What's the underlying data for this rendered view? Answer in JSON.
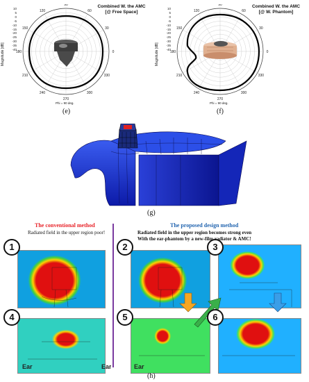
{
  "panels": {
    "e": {
      "title_line1": "Combined W. the AMC",
      "title_line2": "[@ Free Space]",
      "ylabel": "Magnitude [dB]",
      "phi": "Phi = 90 deg.",
      "caption": "(e)",
      "angles": [
        "90",
        "60",
        "30",
        "0",
        "330",
        "300",
        "270",
        "240",
        "210",
        "180",
        "150",
        "120"
      ],
      "yticks": [
        "10",
        "5",
        "0",
        "-5",
        "-10",
        "-15",
        "-20",
        "-25",
        "-30",
        "-35",
        "-40"
      ]
    },
    "f": {
      "title_line1": "Combined W. the AMC",
      "title_line2": "[@ W. Phantom]",
      "ylabel": "Magnitude [dB]",
      "phi": "Phi = 90 deg.",
      "caption": "(f)",
      "angles": [
        "90",
        "60",
        "30",
        "0",
        "330",
        "300",
        "270",
        "240",
        "210",
        "180",
        "150",
        "120"
      ],
      "yticks": [
        "10",
        "5",
        "0",
        "-5",
        "-10",
        "-15",
        "-20",
        "-25",
        "-30",
        "-35",
        "-40"
      ]
    },
    "g": {
      "caption": "(g)"
    },
    "h": {
      "caption": "(h)",
      "conventional_title": "The conventional method",
      "conventional_sub": "Radiated field in the upper region poor!",
      "proposed_title": "The proposed design method",
      "proposed_sub1": "Radiated field in the upper region becomes strong even",
      "proposed_sub2": "With the ear-phantom by a new-film radiator & AMC!",
      "numbers": [
        "1",
        "2",
        "3",
        "4",
        "5",
        "6"
      ],
      "ear_label": "Ear",
      "colors": {
        "conventional": "#e8242a",
        "proposed": "#2466b0",
        "divider": "#7a3aa0"
      }
    }
  }
}
